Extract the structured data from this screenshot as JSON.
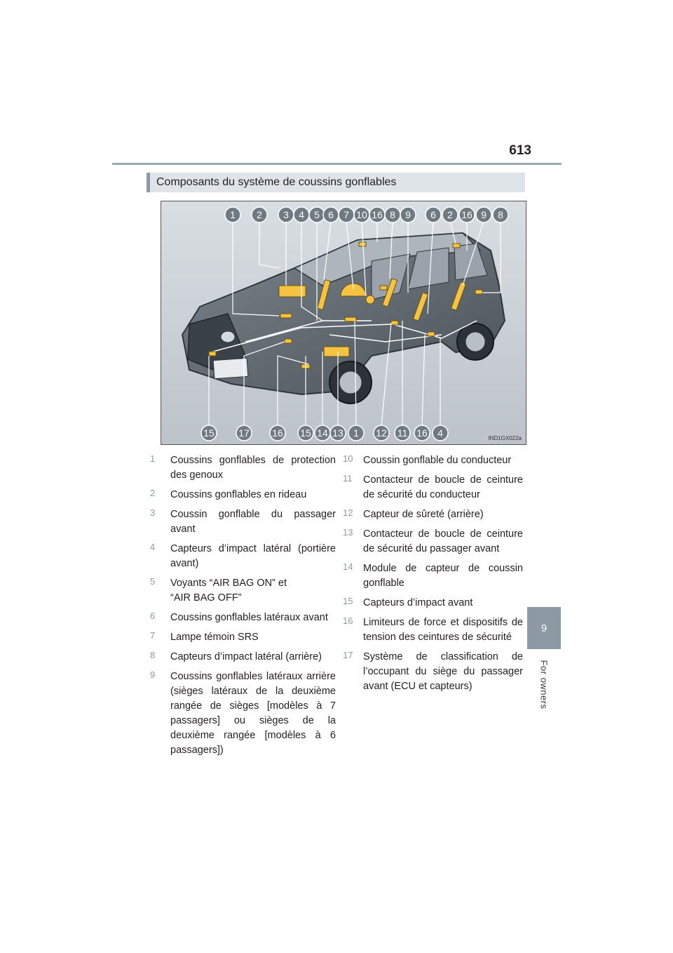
{
  "page": {
    "number": "613"
  },
  "side_tab": {
    "chapter": "9",
    "label": "For owners"
  },
  "section": {
    "title": "Composants du système de coussins gonflables"
  },
  "figure": {
    "code": "IND1GX022a",
    "top_callouts": [
      "1",
      "2",
      "3",
      "4",
      "5",
      "6",
      "7",
      "10",
      "16",
      "8",
      "9",
      "6",
      "2",
      "16",
      "9",
      "8"
    ],
    "bottom_callouts": [
      "15",
      "17",
      "16",
      "15",
      "14",
      "13",
      "1",
      "12",
      "11",
      "16",
      "4"
    ],
    "component_color": "#f5c242"
  },
  "items_left": [
    {
      "num": "1",
      "text": "Coussins gonflables de protection des genoux"
    },
    {
      "num": "2",
      "text": "Coussins gonflables en rideau"
    },
    {
      "num": "3",
      "text": "Coussin gonflable du passager avant"
    },
    {
      "num": "4",
      "text": "Capteurs d’impact latéral (portière avant)"
    },
    {
      "num": "5",
      "text": "Voyants “AIR BAG ON” et\n“AIR BAG OFF”"
    },
    {
      "num": "6",
      "text": "Coussins gonflables latéraux avant"
    },
    {
      "num": "7",
      "text": "Lampe témoin SRS"
    },
    {
      "num": "8",
      "text": "Capteurs d’impact latéral (arrière)"
    },
    {
      "num": "9",
      "text": "Coussins gonflables latéraux arrière (sièges latéraux de la deuxième rangée de sièges [modèles à 7 passagers] ou sièges de la deuxième rangée [modèles à 6 passagers])"
    }
  ],
  "items_right": [
    {
      "num": "10",
      "text": "Coussin gonflable du conducteur"
    },
    {
      "num": "11",
      "text": "Contacteur de boucle de ceinture de sécurité du conducteur"
    },
    {
      "num": "12",
      "text": "Capteur de sûreté (arrière)"
    },
    {
      "num": "13",
      "text": "Contacteur de boucle de ceinture de sécurité du passager avant"
    },
    {
      "num": "14",
      "text": "Module de capteur de coussin gonflable"
    },
    {
      "num": "15",
      "text": "Capteurs d’impact avant"
    },
    {
      "num": "16",
      "text": "Limiteurs de force et dispositifs de tension des ceintures de sécurité"
    },
    {
      "num": "17",
      "text": "Système de classification de l’occupant du siège du passager avant (ECU et capteurs)"
    }
  ]
}
